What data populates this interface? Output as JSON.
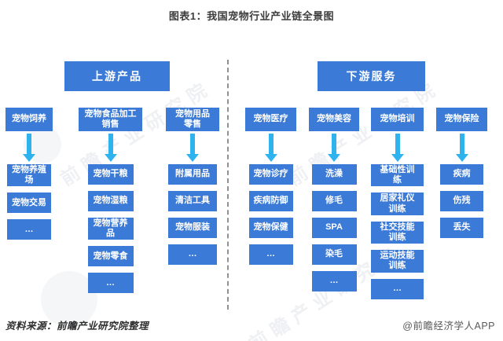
{
  "title": "图表1：我国宠物行业产业链全景图",
  "colors": {
    "box_blue": "#3b7ad6",
    "arrow_cyan": "#2fb3ef",
    "divider_gray": "#8e9298"
  },
  "sections": {
    "upstream": "上游产品",
    "downstream": "下游服务"
  },
  "columns": [
    {
      "section": "upstream",
      "label": "宠物饲养",
      "children": [
        "宠物养殖\n场",
        "宠物交易",
        "…"
      ]
    },
    {
      "section": "upstream",
      "label": "宠物食品加工\n销售",
      "children": [
        "宠物干粮",
        "宠物湿粮",
        "宠物营养\n品",
        "宠物零食",
        "…"
      ]
    },
    {
      "section": "upstream",
      "label": "宠物用品\n零售",
      "children": [
        "附属用品",
        "清洁工具",
        "宠物服装",
        "…"
      ]
    },
    {
      "section": "downstream",
      "label": "宠物医疗",
      "children": [
        "宠物诊疗",
        "疾病防御",
        "宠物保健",
        "…"
      ]
    },
    {
      "section": "downstream",
      "label": "宠物美容",
      "children": [
        "洗澡",
        "修毛",
        "SPA",
        "染毛",
        "…"
      ]
    },
    {
      "section": "downstream",
      "label": "宠物培训",
      "children": [
        "基础性训\n练",
        "居家礼仪\n训练",
        "社交技能\n训练",
        "运动技能\n训练",
        "…"
      ]
    },
    {
      "section": "downstream",
      "label": "宠物保险",
      "children": [
        "疾病",
        "伤残",
        "丢失"
      ]
    }
  ],
  "footer": {
    "source": "资料来源：前瞻产业研究院整理",
    "attribution": "@前瞻经济学人APP"
  },
  "watermark": "前瞻产业研究院"
}
